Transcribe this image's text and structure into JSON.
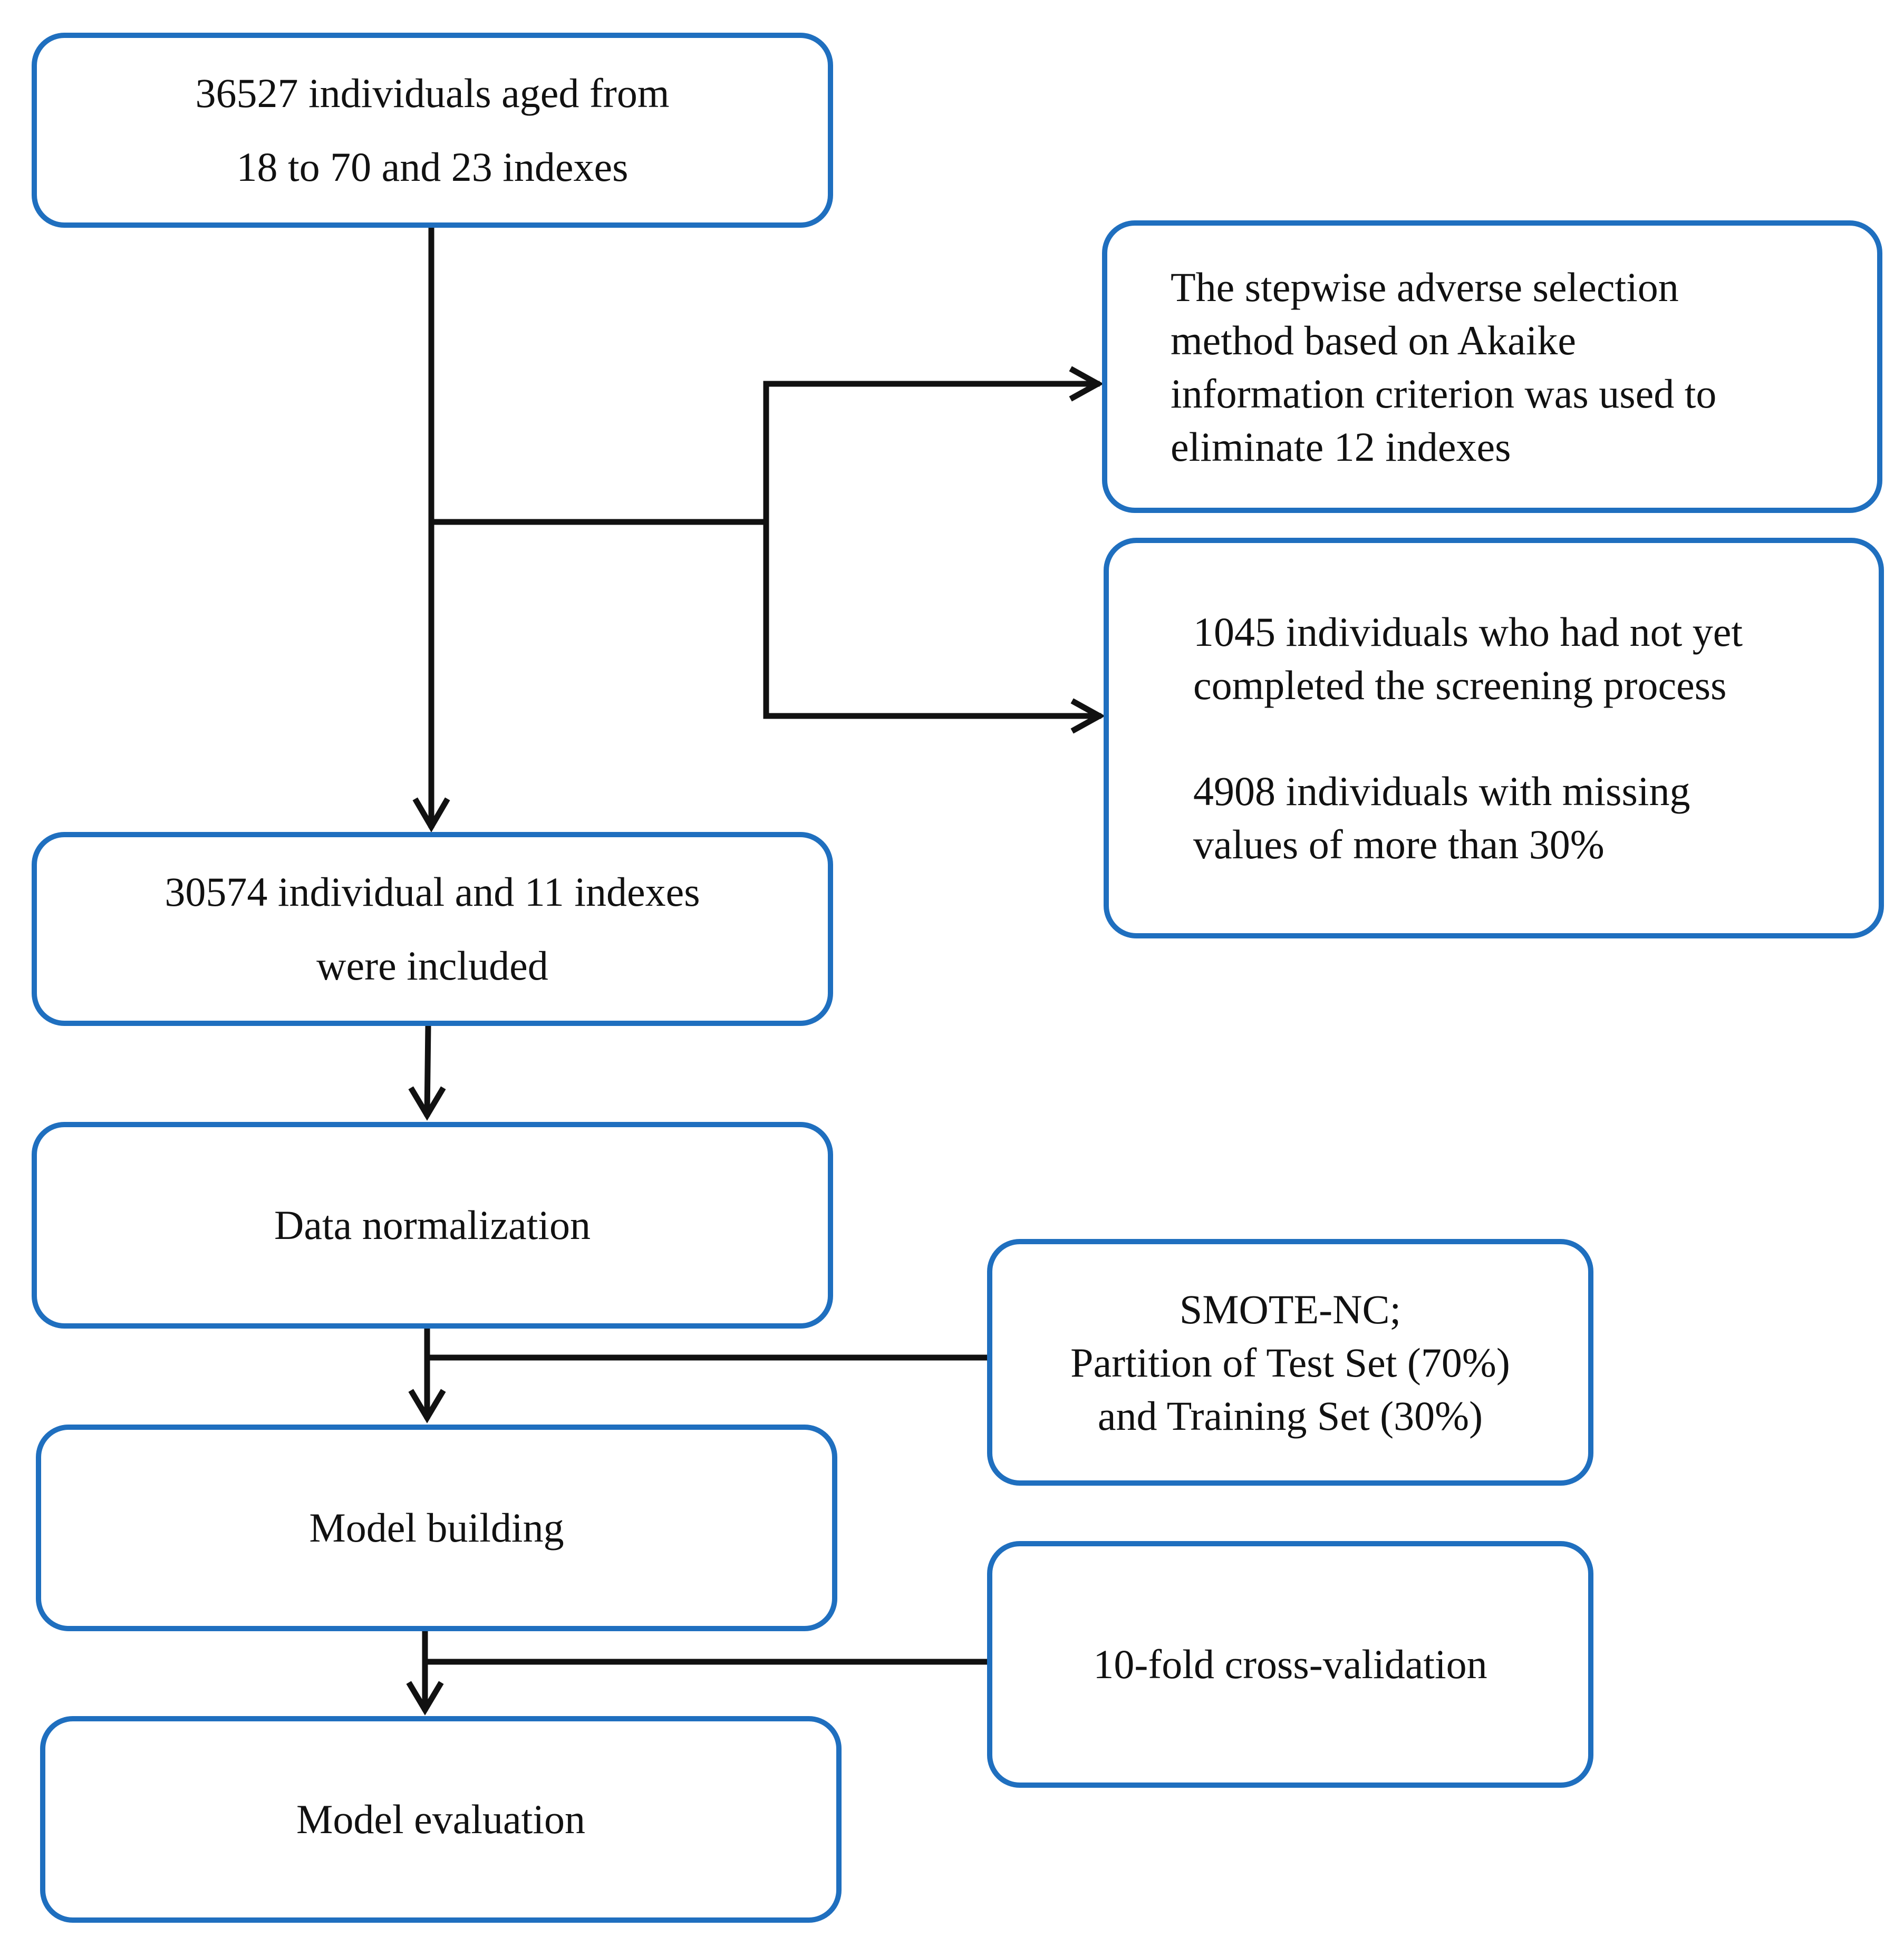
{
  "flowchart": {
    "start": {
      "lines": [
        "36527 individuals aged from",
        "18 to 70  and 23 indexes"
      ]
    },
    "aic_exclusion": {
      "lines": [
        "The stepwise adverse selection",
        "method based on Akaike",
        "information criterion was used to",
        "eliminate 12 indexes"
      ]
    },
    "sample_exclusion": {
      "items": [
        {
          "lines": [
            "1045  individuals who had not yet",
            "completed the screening process"
          ]
        },
        {
          "lines": [
            "4908   individuals with missing",
            "values of more than 30%"
          ]
        }
      ]
    },
    "included": {
      "lines": [
        "30574 individual and 11 indexes",
        "were included"
      ]
    },
    "normalization": {
      "label": "Data normalization"
    },
    "smote": {
      "lines": [
        "SMOTE-NC;",
        "Partition of Test Set (70%)",
        "and Training Set (30%)"
      ]
    },
    "model_building": {
      "label": "Model building"
    },
    "cross_validation": {
      "label": "10-fold cross-validation"
    },
    "model_evaluation": {
      "label": "Model evaluation"
    }
  },
  "colors": {
    "box_border": "#1f6fbf",
    "connector": "#111111",
    "text": "#111111",
    "background": "#ffffff"
  }
}
